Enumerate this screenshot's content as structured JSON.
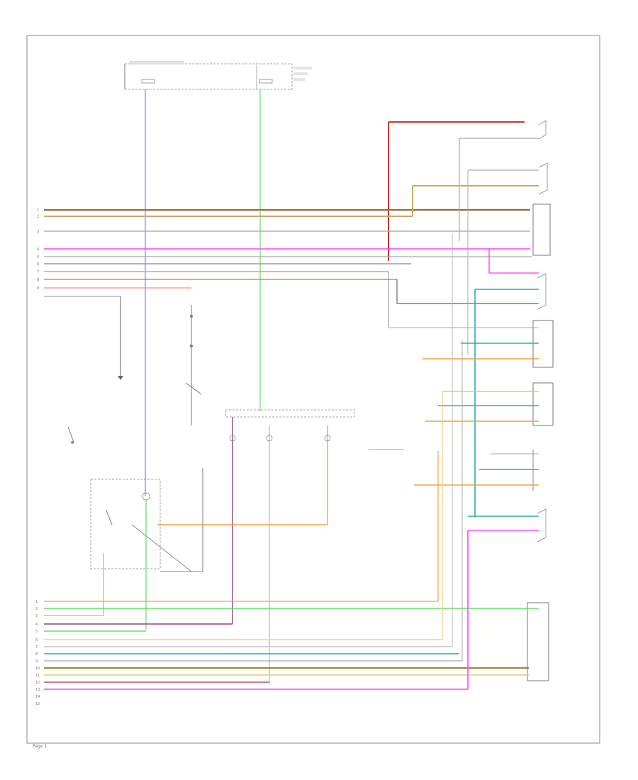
{
  "diagram": {
    "page_label": "Page 1",
    "colors": {
      "blue": "#7b7bff",
      "light_green": "#66dd66",
      "red": "#cc3333",
      "tan": "#c8a86a",
      "brown": "#9a6a2a",
      "orange": "#f4a040",
      "pink": "#ff55ff",
      "gray": "#a8a8a8",
      "dark_gray": "#666666",
      "yellow": "#e0e000",
      "teal": "#33aaaa",
      "salmon": "#ff8888",
      "purple": "#884488",
      "dark_red": "#aa3355"
    },
    "left_connector_pins": [
      "1",
      "2",
      "3",
      "4",
      "5",
      "6",
      "7",
      "8",
      "9"
    ],
    "bottom_connector_pins": [
      "1",
      "2",
      "3",
      "4",
      "5",
      "6",
      "7",
      "8",
      "9",
      "10",
      "11",
      "12",
      "13",
      "14",
      "15"
    ]
  }
}
